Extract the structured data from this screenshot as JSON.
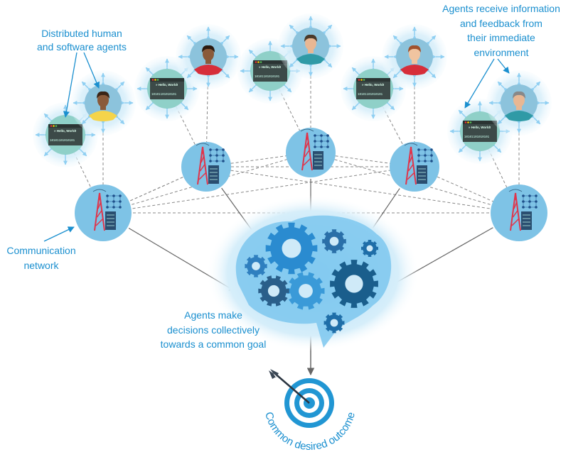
{
  "labels": {
    "agents": [
      "Distributed human",
      "and software agents"
    ],
    "feedback": [
      "Agents receive information",
      "and feedback from",
      "their immediate",
      "environment"
    ],
    "network": [
      "Communication",
      "network"
    ],
    "decisions": [
      "Agents make",
      "decisions collectively",
      "towards a common goal"
    ],
    "outcome": "Common desired outcome"
  },
  "code_window": {
    "text": "Hello, World!",
    "binary": "10101101010101"
  },
  "colors": {
    "label": "#1a8fcf",
    "glow": "#cfe9f8",
    "arrow_light": "#8fcff2",
    "target": "#2196d3",
    "gear_dark": "#1a5e8c",
    "gear_mid": "#2a8bd0",
    "tower_red": "#e0344a",
    "line": "#777777"
  },
  "agents": [
    {
      "kind": "software"
    },
    {
      "kind": "human",
      "shirt": "#f5d44a",
      "skin": "#8a5a3a",
      "hair": "#3a2416"
    },
    {
      "kind": "software"
    },
    {
      "kind": "human",
      "shirt": "#d62e3a",
      "skin": "#8a5a3a",
      "hair": "#2a1a10"
    },
    {
      "kind": "software"
    },
    {
      "kind": "human",
      "shirt": "#2f9aa6",
      "skin": "#e8b793",
      "hair": "#4a3a2a"
    },
    {
      "kind": "software"
    },
    {
      "kind": "human",
      "shirt": "#d62e3a",
      "skin": "#f0c4a0",
      "hair": "#a0522d"
    },
    {
      "kind": "software"
    },
    {
      "kind": "human",
      "shirt": "#2f9aa6",
      "skin": "#e8b793",
      "hair": "#888888"
    }
  ]
}
